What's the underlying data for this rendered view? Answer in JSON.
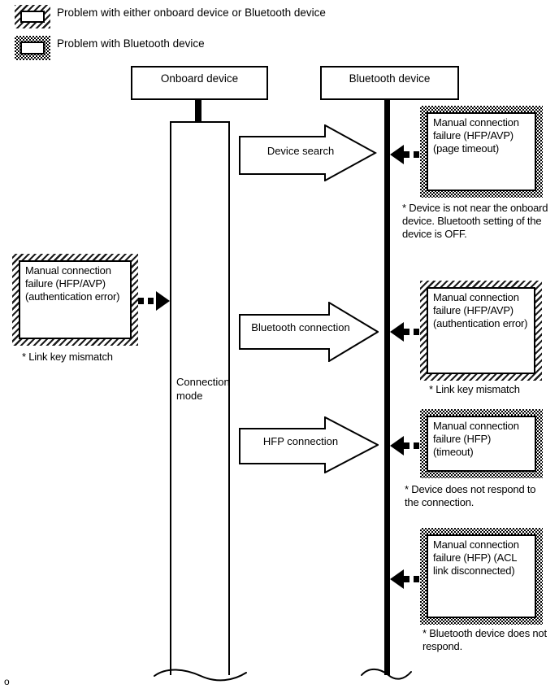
{
  "legend": {
    "items": [
      {
        "pattern": "hatch",
        "label": "Problem with either onboard device or Bluetooth device"
      },
      {
        "pattern": "stipple",
        "label": "Problem with Bluetooth device"
      }
    ]
  },
  "lifelines": {
    "onboard": {
      "title": "Onboard device",
      "mode_label": "Connection mode"
    },
    "bluetooth": {
      "title": "Bluetooth device"
    }
  },
  "arrows": [
    {
      "label": "Device search"
    },
    {
      "label": "Bluetooth connection"
    },
    {
      "label": "HFP connection"
    }
  ],
  "failures": {
    "left": {
      "pattern": "hatch",
      "text": "Manual connection failure (HFP/AVP) (authentication error)",
      "note": "* Link key mismatch"
    },
    "right": [
      {
        "pattern": "stipple",
        "text": "Manual connection failure (HFP/AVP) (page timeout)",
        "note": "* Device is not near the onboard device. Bluetooth setting of the device is OFF."
      },
      {
        "pattern": "hatch",
        "text": "Manual connection failure (HFP/AVP) (authentication error)",
        "note": "* Link key mismatch"
      },
      {
        "pattern": "stipple",
        "text": "Manual connection failure (HFP) (timeout)",
        "note": "* Device does not respond to the connection."
      },
      {
        "pattern": "stipple",
        "text": "Manual connection failure (HFP) (ACL link disconnected)",
        "note": "* Bluetooth device does not respond."
      }
    ]
  },
  "footer": {
    "mark": "o"
  },
  "colors": {
    "ink": "#000000",
    "background": "#ffffff"
  }
}
